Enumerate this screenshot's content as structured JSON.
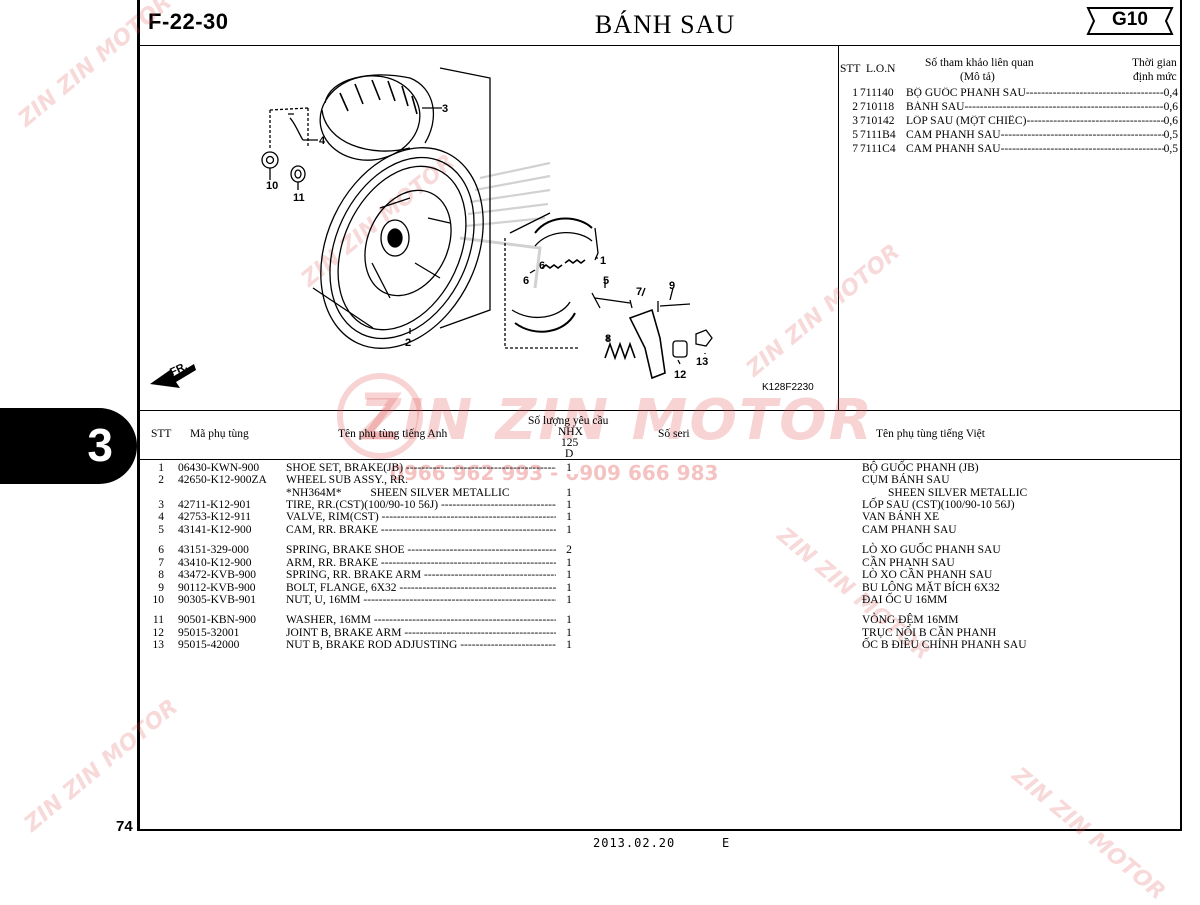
{
  "header": {
    "code": "F-22-30",
    "title": "BÁNH SAU",
    "group": "G10"
  },
  "side_tab": "3",
  "page_number": "74",
  "footer": {
    "date": "2013.02.20",
    "edition": "E"
  },
  "diagram": {
    "drawing_code": "K128F2230",
    "front_label": "FR.",
    "callouts": [
      "1",
      "2",
      "3",
      "4",
      "5",
      "6",
      "6",
      "7",
      "8",
      "9",
      "10",
      "11",
      "12",
      "13"
    ]
  },
  "labor_table": {
    "headers": {
      "stt": "STT",
      "lon": "L.O.N",
      "ref_line1": "Số tham khảo liên quan",
      "ref_line2": "(Mô tả)",
      "time_line1": "Thời gian",
      "time_line2": "định mức"
    },
    "rows": [
      {
        "stt": "1",
        "lon": "711140",
        "desc": "BỘ GUỐC PHANH SAU",
        "time": "0,4"
      },
      {
        "stt": "2",
        "lon": "710118",
        "desc": "BÁNH SAU",
        "time": "0,6"
      },
      {
        "stt": "3",
        "lon": "710142",
        "desc": "LỐP SAU (MỘT CHIẾC)",
        "time": "0,6"
      },
      {
        "stt": "5",
        "lon": "7111B4",
        "desc": "CAM PHANH SAU",
        "time": "0,5"
      },
      {
        "stt": "7",
        "lon": "7111C4",
        "desc": "CAM PHANH SAU",
        "time": "0,5"
      }
    ]
  },
  "parts_table": {
    "headers": {
      "stt": "STT",
      "part_no": "Mã phụ tùng",
      "name_en": "Tên phụ tùng tiếng Anh",
      "qty_line1": "Số lượng yêu cầu",
      "qty_line2": "NHX",
      "qty_line3": "125",
      "qty_line4": "D",
      "serial": "Số seri",
      "name_vn": "Tên phụ tùng tiếng Việt"
    },
    "rows": [
      {
        "stt": "1",
        "part": "06430-KWN-900",
        "en": "SHOE SET, BRAKE(JB)",
        "qty": "1",
        "vn": "BỘ GUỐC PHANH (JB)"
      },
      {
        "stt": "2",
        "part": "42650-K12-900ZA",
        "en": "WHEEL SUB ASSY., RR.",
        "qty": "",
        "vn": "CỤM BÁNH SAU"
      },
      {
        "stt": "",
        "part": "",
        "en": "*NH364M*          SHEEN SILVER METALLIC",
        "qty": "1",
        "vn": "SHEEN SILVER METALLIC"
      },
      {
        "stt": "3",
        "part": "42711-K12-901",
        "en": "TIRE, RR.(CST)(100/90-10 56J)",
        "qty": "1",
        "vn": "LỐP SAU (CST)(100/90-10 56J)"
      },
      {
        "stt": "4",
        "part": "42753-K12-911",
        "en": "VALVE, RIM(CST)",
        "qty": "1",
        "vn": "VAN BÁNH XE"
      },
      {
        "stt": "5",
        "part": "43141-K12-900",
        "en": "CAM, RR. BRAKE",
        "qty": "1",
        "vn": "CAM PHANH SAU"
      },
      {
        "stt": "6",
        "part": "43151-329-000",
        "en": "SPRING, BRAKE SHOE",
        "qty": "2",
        "vn": "LÒ XO GUỐC PHANH SAU"
      },
      {
        "stt": "7",
        "part": "43410-K12-900",
        "en": "ARM, RR. BRAKE",
        "qty": "1",
        "vn": "CẦN PHANH SAU"
      },
      {
        "stt": "8",
        "part": "43472-KVB-900",
        "en": "SPRING, RR. BRAKE ARM",
        "qty": "1",
        "vn": "LÒ XO CẦN PHANH SAU"
      },
      {
        "stt": "9",
        "part": "90112-KVB-900",
        "en": "BOLT, FLANGE, 6X32",
        "qty": "1",
        "vn": "BU LÔNG MẶT BÍCH 6X32"
      },
      {
        "stt": "10",
        "part": "90305-KVB-901",
        "en": "NUT, U, 16MM",
        "qty": "1",
        "vn": "ĐAI ỐC U 16MM"
      },
      {
        "stt": "11",
        "part": "90501-KBN-900",
        "en": "WASHER, 16MM",
        "qty": "1",
        "vn": "VÒNG ĐỆM 16MM"
      },
      {
        "stt": "12",
        "part": "95015-32001",
        "en": "JOINT B, BRAKE ARM",
        "qty": "1",
        "vn": "TRỤC NỐI B CẦN PHANH"
      },
      {
        "stt": "13",
        "part": "95015-42000",
        "en": "NUT B, BRAKE ROD ADJUSTING",
        "qty": "1",
        "vn": "ỐC B ĐIỀU CHỈNH PHANH SAU"
      }
    ]
  },
  "watermark": {
    "brand": "ZIN ZIN MOTOR",
    "phone": "0966 962 993 - 0909 666 983"
  },
  "colors": {
    "watermark": "#e05050",
    "ink": "#000000"
  }
}
